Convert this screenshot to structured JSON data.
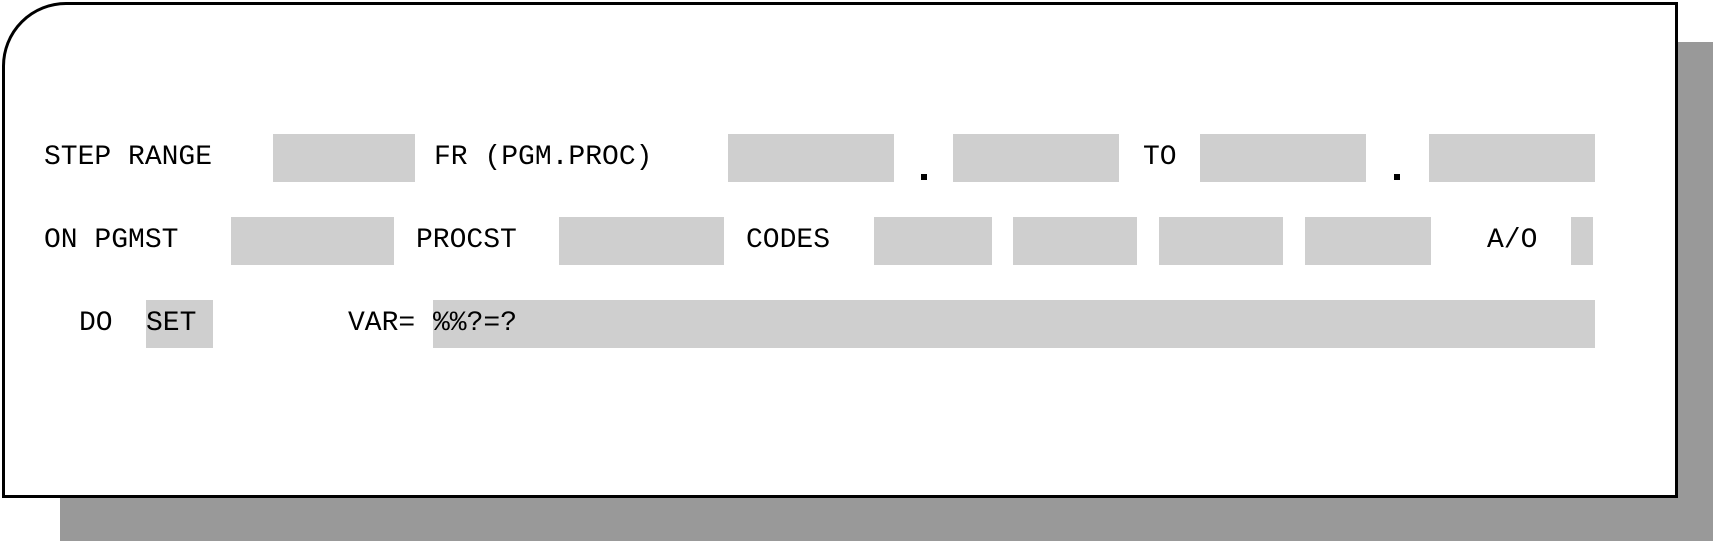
{
  "screen": {
    "colors": {
      "field_background": "#cfcfcf",
      "shadow": "#999999",
      "panel_background": "#ffffff",
      "text": "#000000"
    }
  },
  "row1": {
    "step_range_label": "STEP RANGE",
    "step_range_value": "",
    "from_label": "FR (PGM.PROC)",
    "from_pgm_value": "",
    "from_proc_value": "",
    "to_label": "TO",
    "to_pgm_value": "",
    "to_proc_value": ""
  },
  "row2": {
    "on_pgmst_label": "ON PGMST",
    "pgmst_value": "",
    "procst_label": "PROCST",
    "procst_value": "",
    "codes_label": "CODES",
    "codes_values": [
      "",
      "",
      "",
      ""
    ],
    "and_or_label": "A/O",
    "and_or_value": ""
  },
  "row3": {
    "do_label": "DO",
    "do_value": "SET",
    "var_label": "VAR=",
    "var_value": "%%?=?"
  }
}
